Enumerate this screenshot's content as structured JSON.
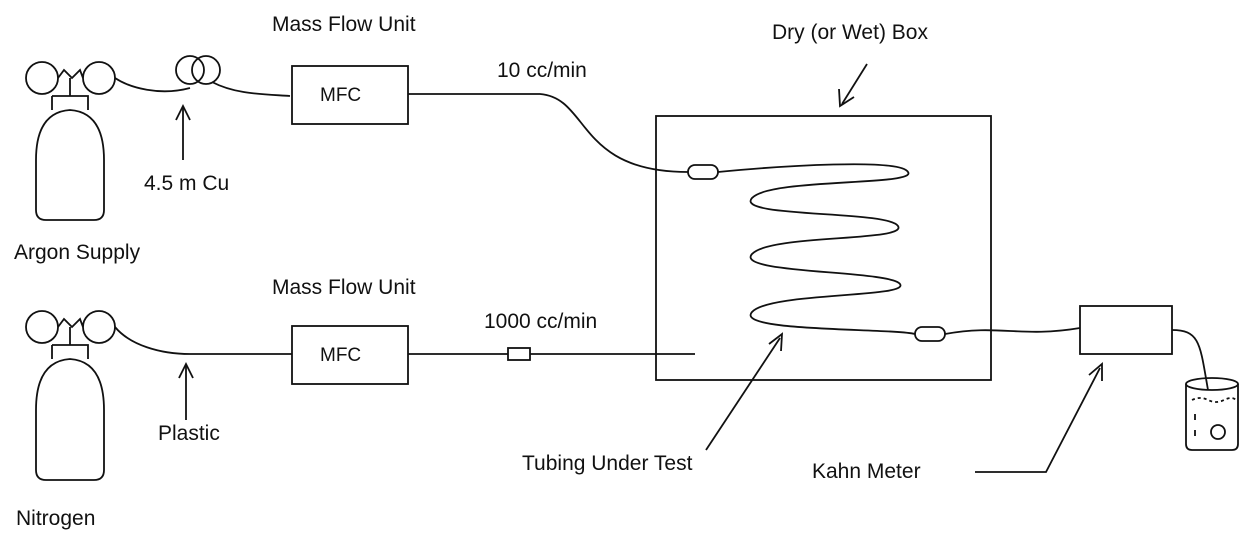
{
  "labels": {
    "mass_flow_unit_top": "Mass Flow Unit",
    "mass_flow_unit_bottom": "Mass Flow Unit",
    "mfc_top": "MFC",
    "mfc_bottom": "MFC",
    "flow_rate_argon": "10 cc/min",
    "flow_rate_nitrogen": "1000 cc/min",
    "copper_tubing": "4.5 m Cu",
    "argon_supply": "Argon Supply",
    "plastic_tubing": "Plastic",
    "nitrogen": "Nitrogen",
    "dry_box": "Dry (or Wet) Box",
    "tubing_under_test": "Tubing Under Test",
    "kahn_meter": "Kahn Meter"
  },
  "colors": {
    "stroke": "#111111",
    "background": "#ffffff"
  }
}
